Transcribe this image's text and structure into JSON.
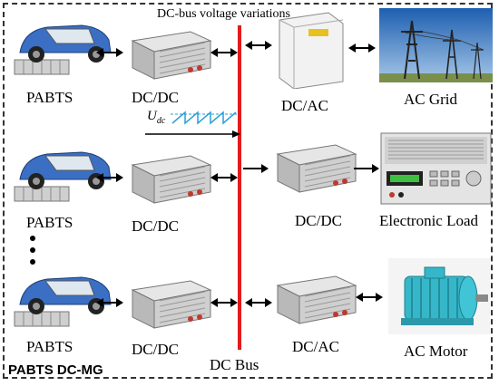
{
  "title": "DC-bus voltage variations",
  "bus_label": "DC Bus",
  "system_label": "PABTS DC-MG",
  "udc_label": {
    "main": "U",
    "sub": "dc"
  },
  "ellipsis": "⋮",
  "rows": [
    {
      "source": "PABTS",
      "converter": "DC/DC",
      "right_converter": "DC/AC",
      "load": "AC Grid"
    },
    {
      "source": "PABTS",
      "converter": "DC/DC",
      "right_converter": "DC/DC",
      "load": "Electronic Load"
    },
    {
      "source": "PABTS",
      "converter": "DC/DC",
      "right_converter": "DC/AC",
      "load": "AC Motor"
    }
  ],
  "colors": {
    "bus": "#e21b1b",
    "waveform": "#2a9fd6",
    "car_body": "#3a6fc4",
    "frame": "#333333"
  },
  "icons": {
    "vehicle": "electric-car-icon",
    "converter": "converter-module-icon",
    "inverter": "inverter-box-icon",
    "grid": "power-tower-icon",
    "electronic_load": "electronic-load-icon",
    "motor": "ac-motor-icon"
  }
}
